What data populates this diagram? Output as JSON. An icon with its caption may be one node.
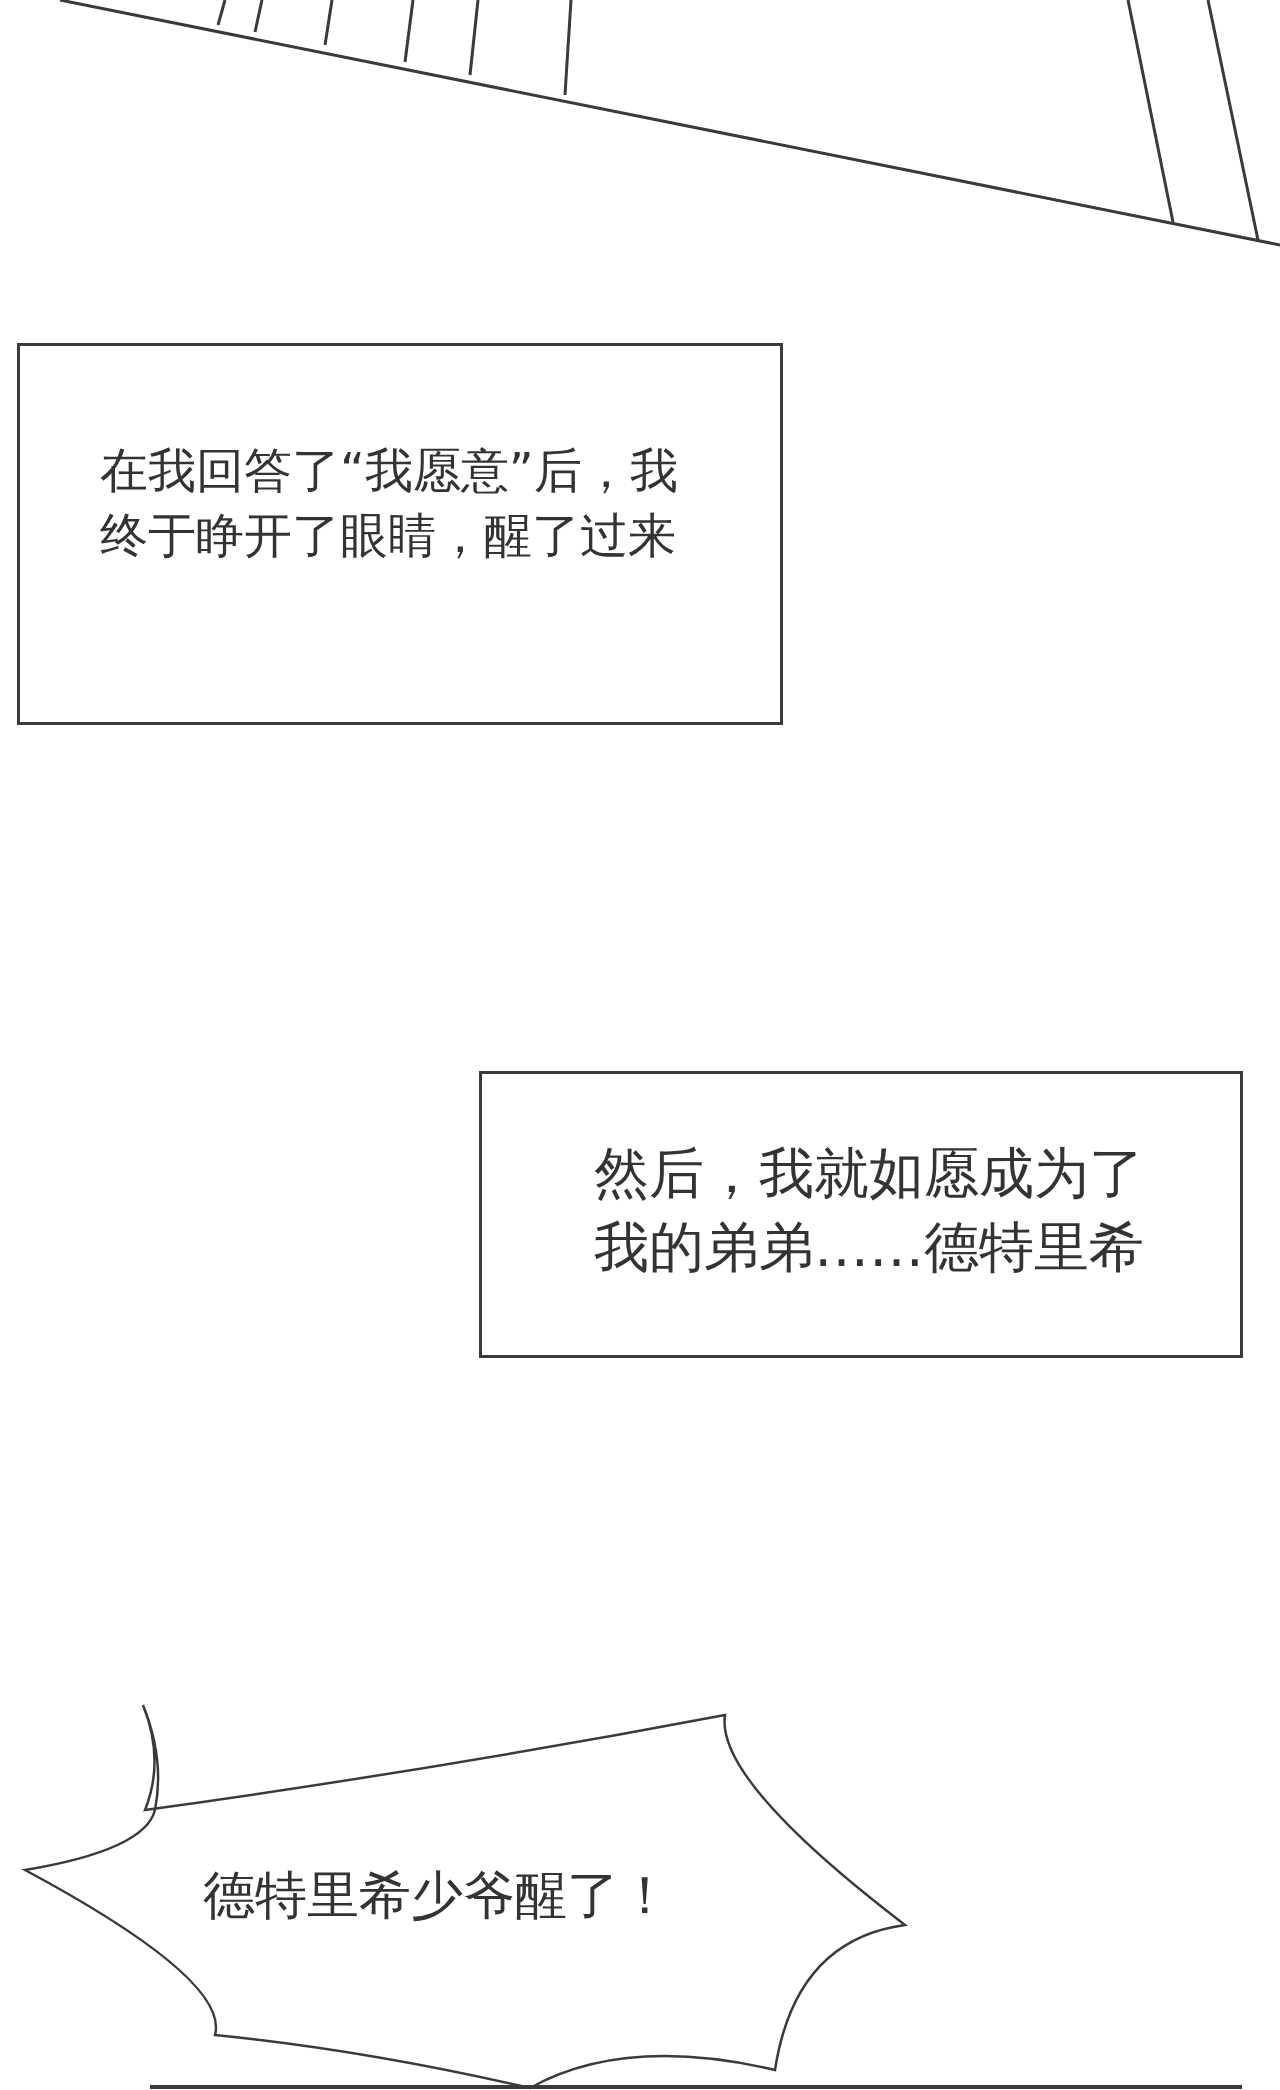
{
  "diagram": {
    "nodes": [
      {
        "text": [
          "在我回答了“我愿意”后，我终于睁开了眼睛，醒了过来"
        ]
      },
      {
        "text": [
          "然后，我就如愿成为了我的弟弟……德特里希"
        ]
      },
      {
        "text": [
          "德特里希少爷醒了！"
        ]
      }
    ]
  }
}
